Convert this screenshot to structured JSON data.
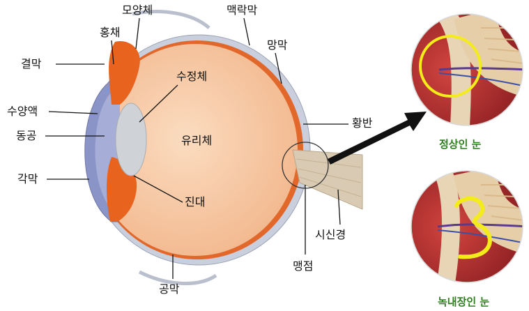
{
  "labels": {
    "ciliary_body": "모양체",
    "iris": "홍채",
    "conjunctiva": "결막",
    "aqueous_humor": "수양액",
    "pupil": "동공",
    "cornea": "각막",
    "lens": "수정체",
    "vitreous": "유리체",
    "zonule": "진대",
    "choroid": "맥락막",
    "retina": "망막",
    "macula": "황반",
    "optic_nerve": "시신경",
    "blind_spot": "맹점",
    "sclera": "공막"
  },
  "insets": {
    "normal_caption": "정상인 눈",
    "glaucoma_caption": "녹내장인 눈"
  },
  "colors": {
    "caption_green": "#2e7d1f",
    "highlight_yellow": "#f3ec1a",
    "iris_orange": "#e8641e",
    "vitreous_peach": "#f7c9a2"
  }
}
